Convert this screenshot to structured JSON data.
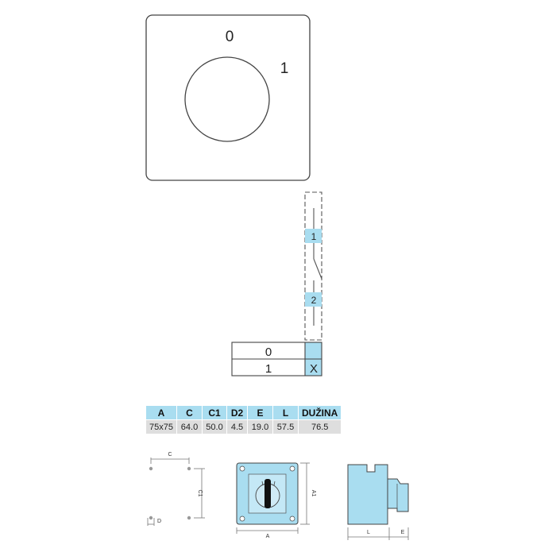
{
  "front_plate": {
    "positions": [
      {
        "label": "0"
      },
      {
        "label": "1"
      }
    ]
  },
  "contact_diagram": {
    "terminals": [
      "1",
      "2"
    ]
  },
  "switching_table": {
    "rows": [
      {
        "position": "0",
        "mark": ""
      },
      {
        "position": "1",
        "mark": "X"
      }
    ]
  },
  "dimensions_table": {
    "headers": [
      "A",
      "C",
      "C1",
      "D2",
      "E",
      "L",
      "DUŽINA"
    ],
    "values": [
      "75x75",
      "64.0",
      "50.0",
      "4.5",
      "19.0",
      "57.5",
      "76.5"
    ]
  },
  "drawings": {
    "mounting": {
      "label_c": "C",
      "label_c1": "C1",
      "label_d": "D"
    },
    "front": {
      "label_a_width": "A",
      "label_a_height": "A1"
    },
    "side": {
      "label_l": "L",
      "label_e": "E"
    }
  },
  "colors": {
    "accent_blue": "#a9ddf0",
    "body_blue": "#a9ddf0",
    "value_grey": "#dedede",
    "line": "#333333"
  }
}
